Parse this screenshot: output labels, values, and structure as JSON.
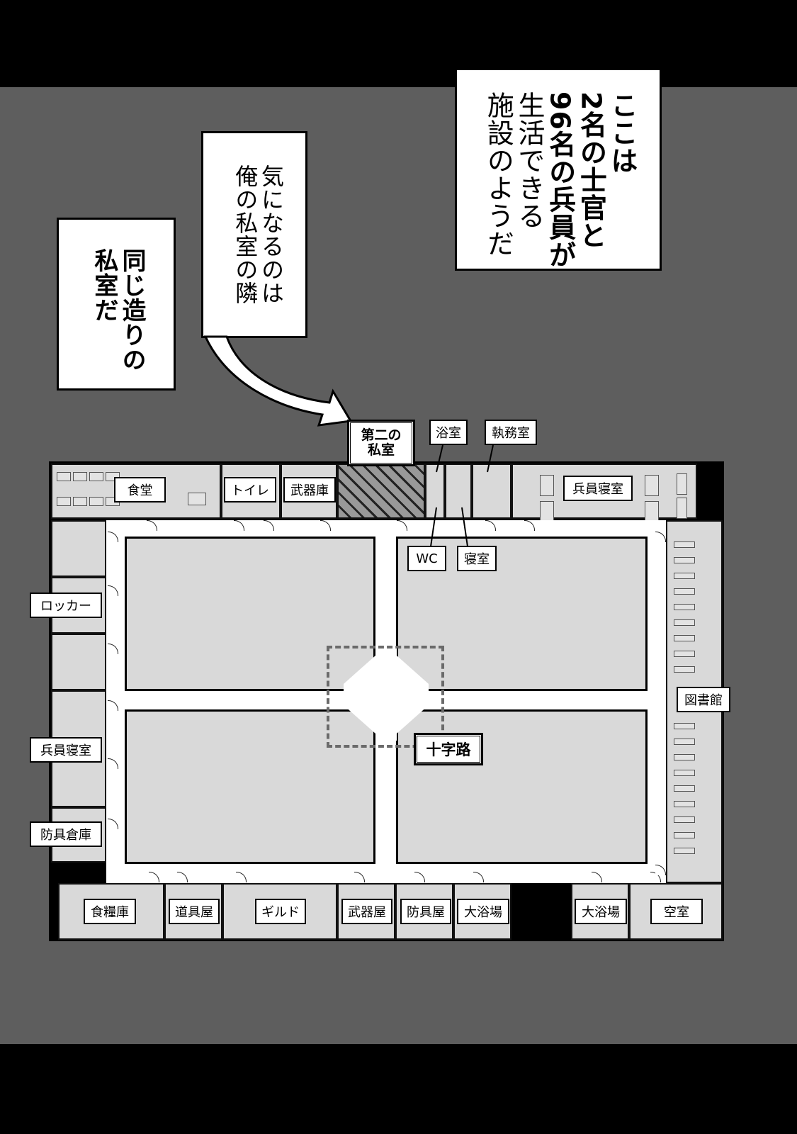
{
  "panel": {
    "background": "#5e5e5e",
    "border": "#000000"
  },
  "captions": {
    "right": {
      "lines": [
        "ここは",
        "2名の士官と",
        "96名の兵員が",
        "生活できる",
        "施設のようだ"
      ]
    },
    "middle": {
      "lines": [
        "気になるのは",
        "俺の私室の隣"
      ]
    },
    "left": {
      "lines": [
        "同じ造りの",
        "私室だ"
      ]
    }
  },
  "map": {
    "top_row": {
      "dining": "食堂",
      "toilet": "トイレ",
      "armory": "武器庫",
      "second_private_room": "第二の私室",
      "second_private_room_line1": "第二の",
      "second_private_room_line2": "私室",
      "bathroom": "浴室",
      "office": "執務室",
      "soldier_barracks": "兵員寝室",
      "wc": "WC",
      "bedroom": "寝室"
    },
    "left_column": {
      "locker": "ロッカー",
      "soldier_barracks": "兵員寝室",
      "armor_storage": "防具倉庫"
    },
    "right_column": {
      "library": "図書館"
    },
    "center": {
      "crossroads": "十字路"
    },
    "bottom_row": {
      "food_storage": "食糧庫",
      "item_shop": "道具屋",
      "guild": "ギルド",
      "weapon_shop": "武器屋",
      "armor_shop": "防具屋",
      "large_bath_1": "大浴場",
      "large_bath_2": "大浴場",
      "empty_room": "空室"
    }
  }
}
